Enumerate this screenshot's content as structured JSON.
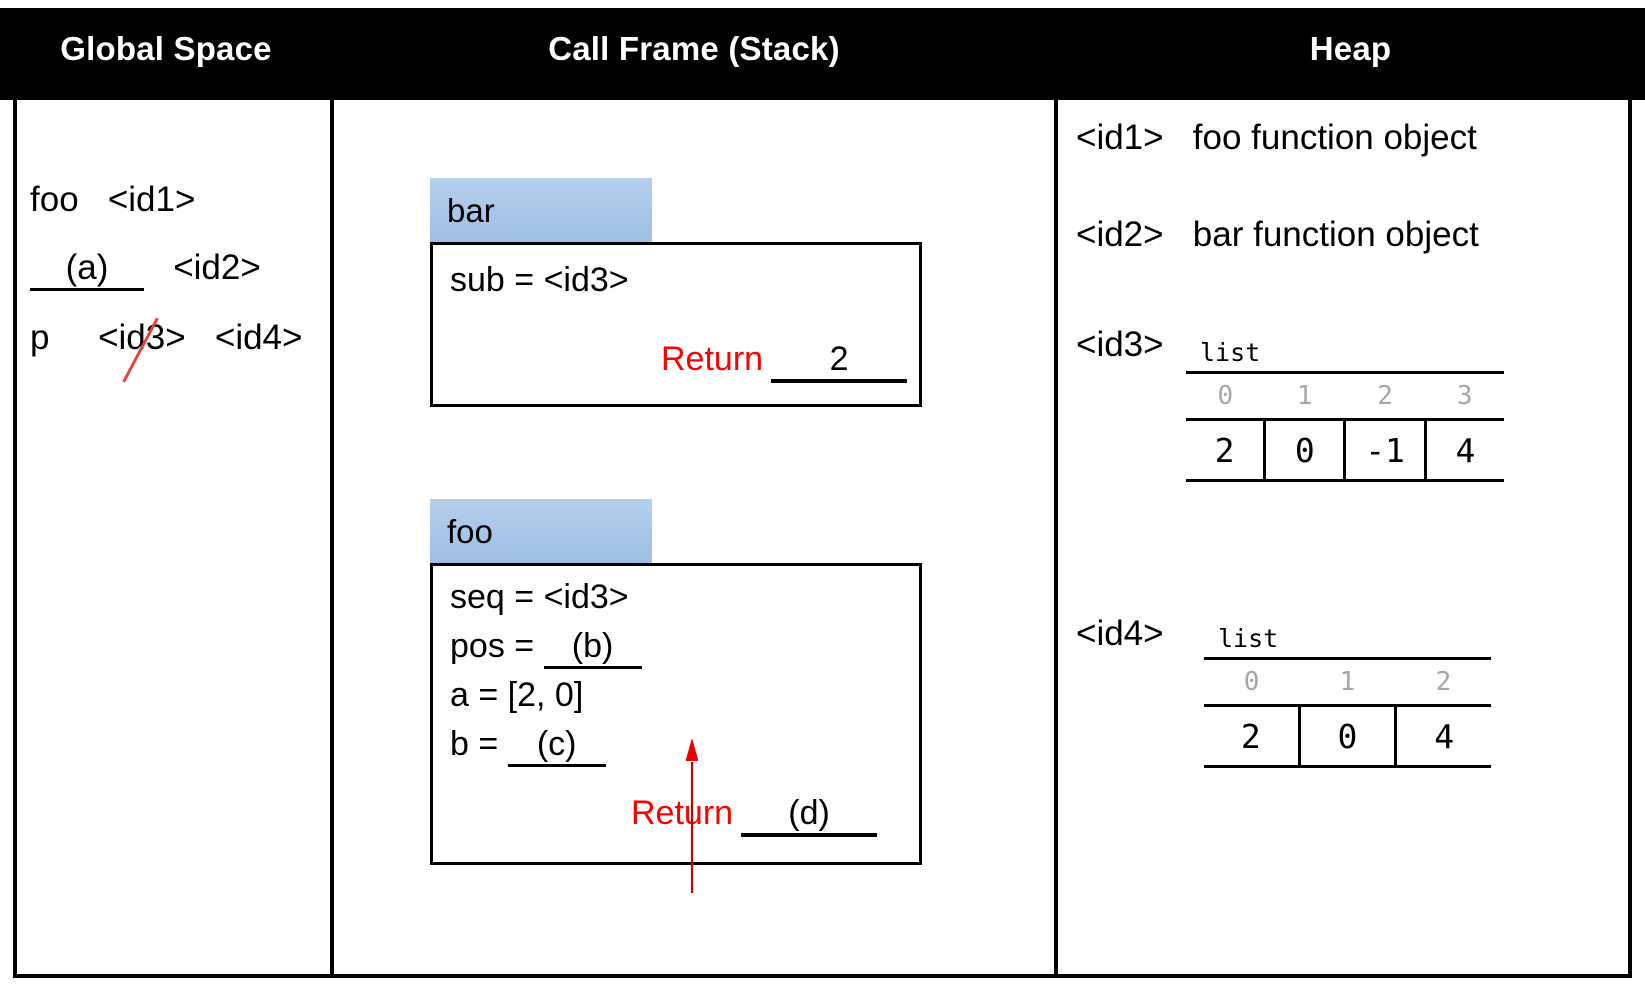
{
  "columns": {
    "global": "Global Space",
    "stack": "Call Frame (Stack)",
    "heap": "Heap"
  },
  "colors": {
    "header_bg": "#000000",
    "header_text": "#ffffff",
    "return_label": "#ff0000",
    "strike_through": "#e8423f",
    "arrow": "#cc0000",
    "frame_tab_top": "#b6cfec",
    "frame_tab_bottom": "#9dbfe4",
    "index_text": "#a6a6a6"
  },
  "global_space": {
    "lines": [
      {
        "name": "foo",
        "value": "<id1>"
      },
      {
        "name": "(a)",
        "name_is_blank": true,
        "value": "<id2>"
      },
      {
        "name": "p",
        "value": "<id3>",
        "value2": "<id4>",
        "struck": "<id3>"
      }
    ]
  },
  "call_frames": [
    {
      "tab": "bar",
      "vars": [
        "sub = <id3>"
      ],
      "return_label": "Return",
      "return_value": "2"
    },
    {
      "tab": "foo",
      "vars": [
        "seq = <id3>",
        "pos = ",
        "a = [2, 0]",
        "b = "
      ],
      "var_blanks": [
        "",
        "(b)",
        "",
        "(c)"
      ],
      "return_label": "Return",
      "return_value": "(d)"
    }
  ],
  "heap": {
    "entries": [
      {
        "id": "<id1>",
        "desc": "foo function object"
      },
      {
        "id": "<id2>",
        "desc": "bar function object"
      },
      {
        "id": "<id3>",
        "desc": "",
        "object": "list3"
      },
      {
        "id": "<id4>",
        "desc": "",
        "object": "list4"
      }
    ],
    "objects": {
      "list3": {
        "type": "list",
        "caption": "list",
        "indices": [
          "0",
          "1",
          "2",
          "3"
        ],
        "values": [
          "2",
          "0",
          "-1",
          "4"
        ]
      },
      "list4": {
        "type": "list",
        "caption": "list",
        "indices": [
          "0",
          "1",
          "2"
        ],
        "values": [
          "2",
          "0",
          "4"
        ]
      }
    }
  },
  "annotations": {
    "arrow": "red-up-arrow",
    "strike": "red-strikethrough"
  }
}
